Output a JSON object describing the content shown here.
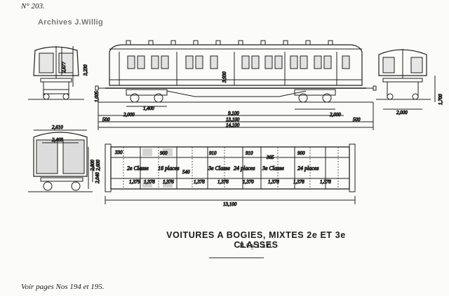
{
  "plate": {
    "number": "N° 203."
  },
  "watermark": "Archives J.Willig",
  "title": "VOITURES A BOGIES, MIXTES 2e ET 3e CLASSES",
  "subtitle": "B Cy 1 à 6.",
  "footnote": "Voir pages Nos 194 et 195.",
  "dims": {
    "end_height_a": "2,677",
    "end_height_b": "3,230",
    "side_height": "3,930",
    "floor_height": "1,005",
    "window_pitch": "1,400",
    "bogie_a": "2,000",
    "bogie_b": "2,000",
    "centres": "9,100",
    "body_length": "13,100",
    "over_buffers": "14,100",
    "overhang_a": "500",
    "overhang_b": "500",
    "bogie_wheelbase": "2,000",
    "end_track": "1,700",
    "section_width": "2,610",
    "section_inner": "2,468",
    "section_floor": "2,040",
    "plan_width_a": "2,800",
    "plan_width_b": "2,600",
    "plan_length": "13,100",
    "plan_comp_1": "1,379",
    "plan_comp_2": "1,378",
    "plan_comp_3": "1,376",
    "plan_comp_4": "1,378",
    "plan_comp_5": "1,378",
    "plan_comp_6": "1,370",
    "plan_comp_7": "1,378",
    "plan_comp_8": "1,378",
    "plan_comp_9": "1,378",
    "plan_door_1": "900",
    "plan_door_2": "910",
    "plan_door_3": "910",
    "plan_door_4": "900",
    "plan_365": "365",
    "plan_330": "330",
    "plan_540": "540"
  },
  "plan_labels": {
    "class2": "2e Classe",
    "places2": "16 places",
    "class3a": "3e Classe",
    "places3a": "24 places",
    "class3b": "3e Classe",
    "places3b": "24 places"
  }
}
